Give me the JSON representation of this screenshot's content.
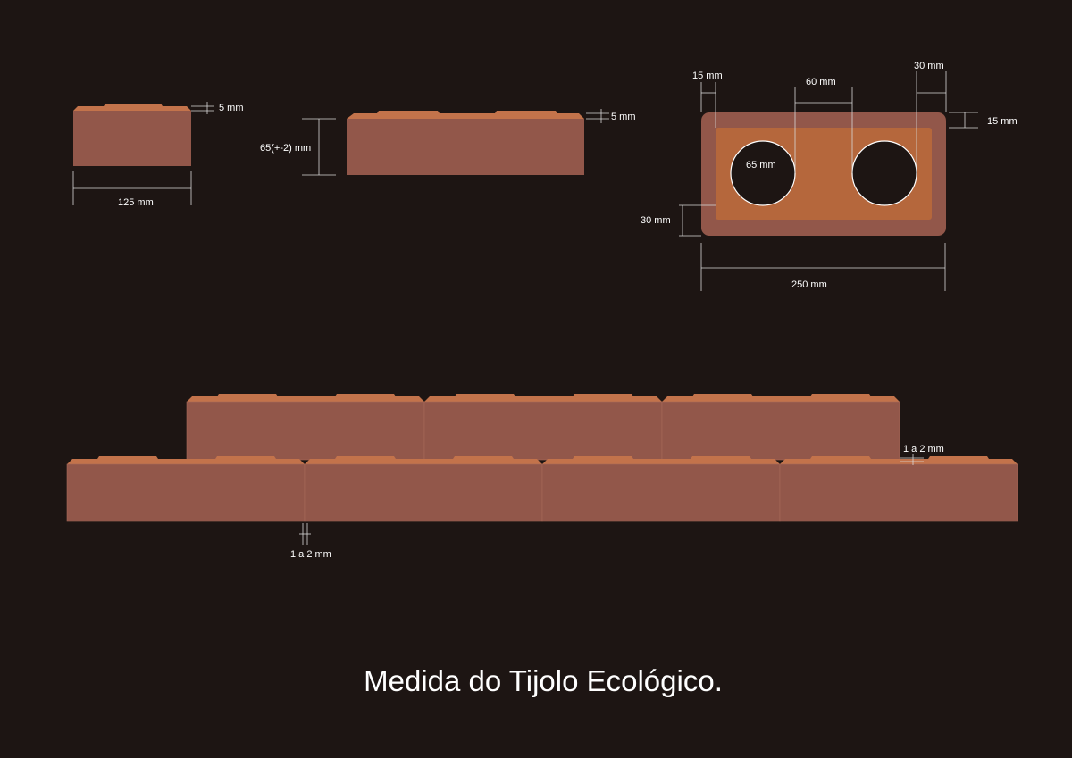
{
  "colors": {
    "background": "#1d1513",
    "brick_body": "#92574a",
    "brick_top": "#c3734b",
    "brick_top_light": "#c98255",
    "brick_inner": "#b5673c",
    "hole": "#1d1513",
    "dimension_line": "#d8d8d8",
    "text": "#ffffff"
  },
  "views": {
    "end_view": {
      "width_label": "125 mm",
      "tab_label": "5 mm"
    },
    "side_view": {
      "height_label": "65(+-2) mm",
      "tab_label": "5 mm"
    },
    "top_view": {
      "edge_left_label": "15 mm",
      "center_distance_label": "60 mm",
      "edge_right_label": "30 mm",
      "edge_top_label": "15 mm",
      "hole_label": "65 mm",
      "bottom_margin_label": "30 mm",
      "length_label": "250 mm"
    },
    "wall_view": {
      "joint_gap_label": "1 a 2 mm",
      "step_gap_label": "1 a 2 mm"
    }
  },
  "caption": "Medida do Tijolo Ecológico."
}
